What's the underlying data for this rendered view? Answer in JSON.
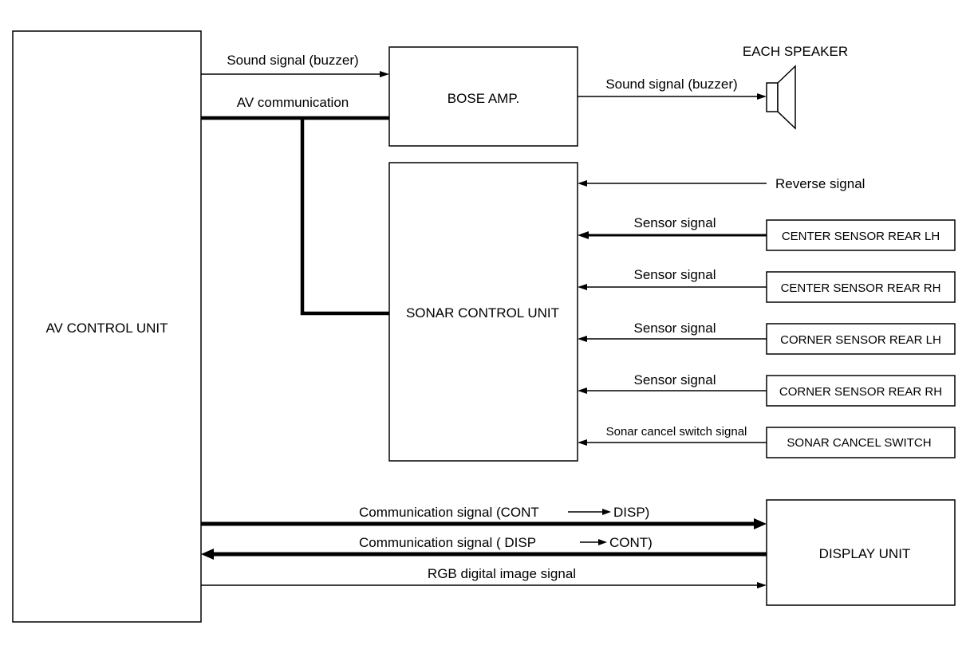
{
  "blocks": {
    "av_control_unit": "AV CONTROL UNIT",
    "bose_amp": "BOSE AMP.",
    "sonar_control_unit": "SONAR CONTROL UNIT",
    "display_unit": "DISPLAY UNIT",
    "each_speaker": "EACH SPEAKER",
    "center_sensor_rear_lh": "CENTER SENSOR REAR LH",
    "center_sensor_rear_rh": "CENTER SENSOR REAR RH",
    "corner_sensor_rear_lh": "CORNER SENSOR REAR LH",
    "corner_sensor_rear_rh": "CORNER SENSOR REAR RH",
    "sonar_cancel_switch": "SONAR CANCEL SWITCH"
  },
  "signals": {
    "sound_signal_to_amp": "Sound signal (buzzer)",
    "av_communication": "AV communication",
    "sound_signal_to_speaker": "Sound signal (buzzer)",
    "reverse_signal": "Reverse signal",
    "sensor_signal_1": "Sensor signal",
    "sensor_signal_2": "Sensor signal",
    "sensor_signal_3": "Sensor signal",
    "sensor_signal_4": "Sensor signal",
    "sonar_cancel_switch_signal": "Sonar cancel switch signal",
    "comm_cont_to_disp_prefix": "Communication signal  (CONT",
    "comm_cont_to_disp_suffix": "DISP)",
    "comm_disp_to_cont_prefix": "Communication signal  ( DISP",
    "comm_disp_to_cont_suffix": "CONT)",
    "rgb_digital_image_signal": "RGB digital image signal"
  }
}
